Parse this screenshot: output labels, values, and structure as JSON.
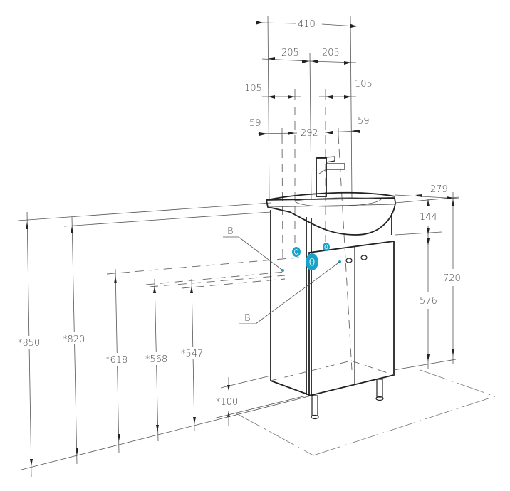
{
  "drawing": {
    "subject": "Vanity unit with washbasin",
    "accent_color": "#1aa3c8",
    "line_color": "#222222",
    "dimensions": {
      "total_width": "410",
      "half_width_left": "205",
      "half_width_right": "205",
      "offset_left_105": "105",
      "offset_right_105": "105",
      "offset_left_59": "59",
      "offset_right_59": "59",
      "inner_292": "292",
      "depth": "279",
      "basin_height": "144",
      "cabinet_height": "576",
      "total_height": "720",
      "h_850": "*850",
      "h_820": "*820",
      "h_618": "*618",
      "h_568": "*568",
      "h_547": "*547",
      "h_100": "*100"
    },
    "callouts": [
      {
        "label": "B"
      },
      {
        "label": "B"
      }
    ]
  }
}
